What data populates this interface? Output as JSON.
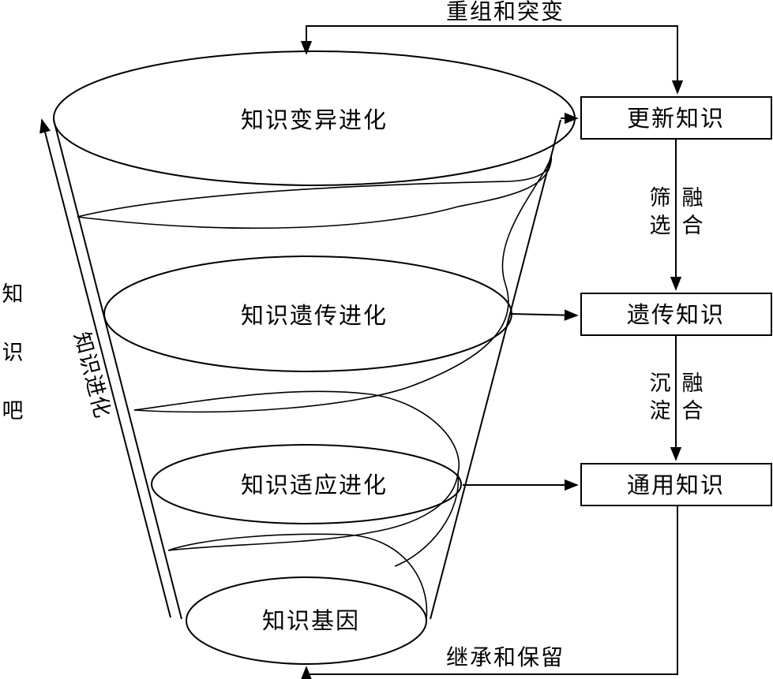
{
  "levels": {
    "top": "知识变异进化",
    "second": "知识遗传进化",
    "third": "知识适应进化",
    "bottom": "知识基因"
  },
  "boxes": {
    "updated": "更新知识",
    "inherited": "遗传知识",
    "general": "通用知识"
  },
  "flows": {
    "top_loop": "重组和突变",
    "bottom_loop": "继承和保留",
    "filter": [
      "筛",
      "选"
    ],
    "fuse1": [
      "融",
      "合"
    ],
    "settle": [
      "沉",
      "淀"
    ],
    "fuse2": [
      "融",
      "合"
    ]
  },
  "side": {
    "vertical_label": [
      "知",
      "识",
      "吧"
    ],
    "slanted_label": "知识进化"
  },
  "colors": {
    "line": "#000000",
    "background": "#ffffff"
  }
}
